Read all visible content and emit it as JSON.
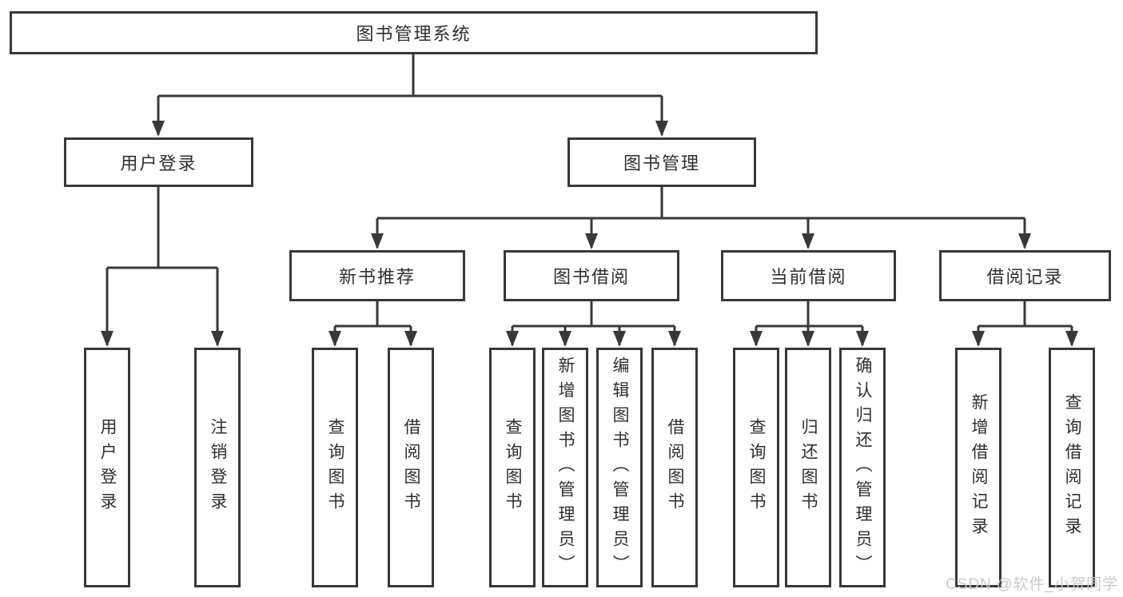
{
  "diagram": {
    "root": {
      "label": "图书管理系统"
    },
    "level2": [
      {
        "label": "用户登录"
      },
      {
        "label": "图书管理"
      }
    ],
    "level3": [
      {
        "label": "新书推荐"
      },
      {
        "label": "图书借阅"
      },
      {
        "label": "当前借阅"
      },
      {
        "label": "借阅记录"
      }
    ],
    "leaves": {
      "user_login": [
        "用户登录",
        "注销登录"
      ],
      "new_books": [
        "查询图书",
        "借阅图书"
      ],
      "book_borrow": [
        "查询图书",
        "新增图书（管理员）",
        "编辑图书（管理员）",
        "借阅图书"
      ],
      "current_borrow": [
        "查询图书",
        "归还图书",
        "确认归还（管理员）"
      ],
      "borrow_records": [
        "新增借阅记录",
        "查询借阅记录"
      ]
    },
    "colors": {
      "line": "#383838",
      "text": "#2f2f2f",
      "background": "#ffffff",
      "watermark": "#c8c8c8"
    }
  },
  "watermark": {
    "text": "CSDN @软件_小贺同学"
  }
}
